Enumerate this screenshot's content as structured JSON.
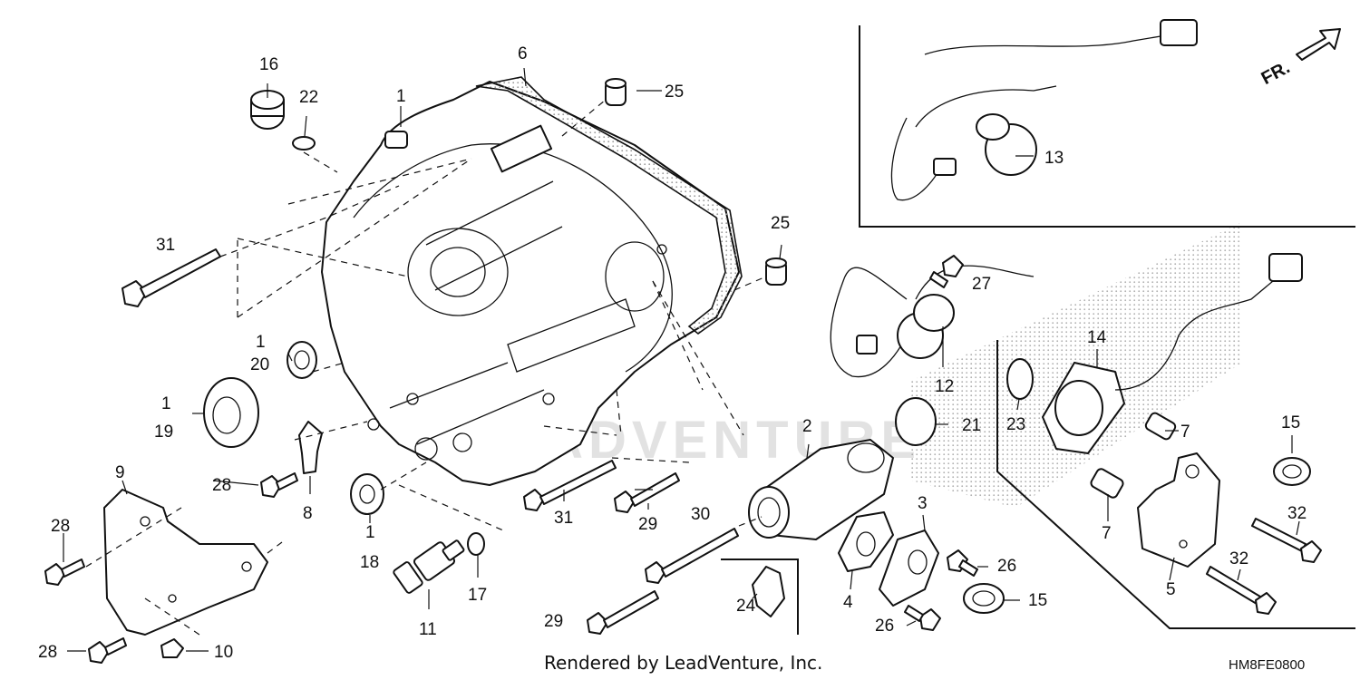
{
  "footer": {
    "rendered_by": "Rendered by LeadVenture, Inc.",
    "drawing_code": "HM8FE0800"
  },
  "direction_marker": "FR.",
  "watermark": "LEADVENTURE",
  "callouts": [
    {
      "key": "c16",
      "text": "16"
    },
    {
      "key": "c22",
      "text": "22"
    },
    {
      "key": "c1a",
      "text": "1"
    },
    {
      "key": "c6",
      "text": "6"
    },
    {
      "key": "c25a",
      "text": "25"
    },
    {
      "key": "c31a",
      "text": "31"
    },
    {
      "key": "c25b",
      "text": "25"
    },
    {
      "key": "c1b",
      "text": "1"
    },
    {
      "key": "c20",
      "text": "20"
    },
    {
      "key": "c1c",
      "text": "1"
    },
    {
      "key": "c19",
      "text": "19"
    },
    {
      "key": "c9",
      "text": "9"
    },
    {
      "key": "c28a",
      "text": "28"
    },
    {
      "key": "c8",
      "text": "8"
    },
    {
      "key": "c28b",
      "text": "28"
    },
    {
      "key": "c28c",
      "text": "28"
    },
    {
      "key": "c10",
      "text": "10"
    },
    {
      "key": "c1d",
      "text": "1"
    },
    {
      "key": "c18",
      "text": "18"
    },
    {
      "key": "c11",
      "text": "11"
    },
    {
      "key": "c17",
      "text": "17"
    },
    {
      "key": "c31b",
      "text": "31"
    },
    {
      "key": "c29a",
      "text": "29"
    },
    {
      "key": "c30",
      "text": "30"
    },
    {
      "key": "c29b",
      "text": "29"
    },
    {
      "key": "c24",
      "text": "24"
    },
    {
      "key": "c2",
      "text": "2"
    },
    {
      "key": "c21",
      "text": "21"
    },
    {
      "key": "c3",
      "text": "3"
    },
    {
      "key": "c4",
      "text": "4"
    },
    {
      "key": "c26a",
      "text": "26"
    },
    {
      "key": "c26b",
      "text": "26"
    },
    {
      "key": "c15a",
      "text": "15"
    },
    {
      "key": "c27",
      "text": "27"
    },
    {
      "key": "c12",
      "text": "12"
    },
    {
      "key": "c13",
      "text": "13"
    },
    {
      "key": "c14",
      "text": "14"
    },
    {
      "key": "c23",
      "text": "23"
    },
    {
      "key": "c7a",
      "text": "7"
    },
    {
      "key": "c7b",
      "text": "7"
    },
    {
      "key": "c15b",
      "text": "15"
    },
    {
      "key": "c32a",
      "text": "32"
    },
    {
      "key": "c32b",
      "text": "32"
    },
    {
      "key": "c5",
      "text": "5"
    }
  ]
}
